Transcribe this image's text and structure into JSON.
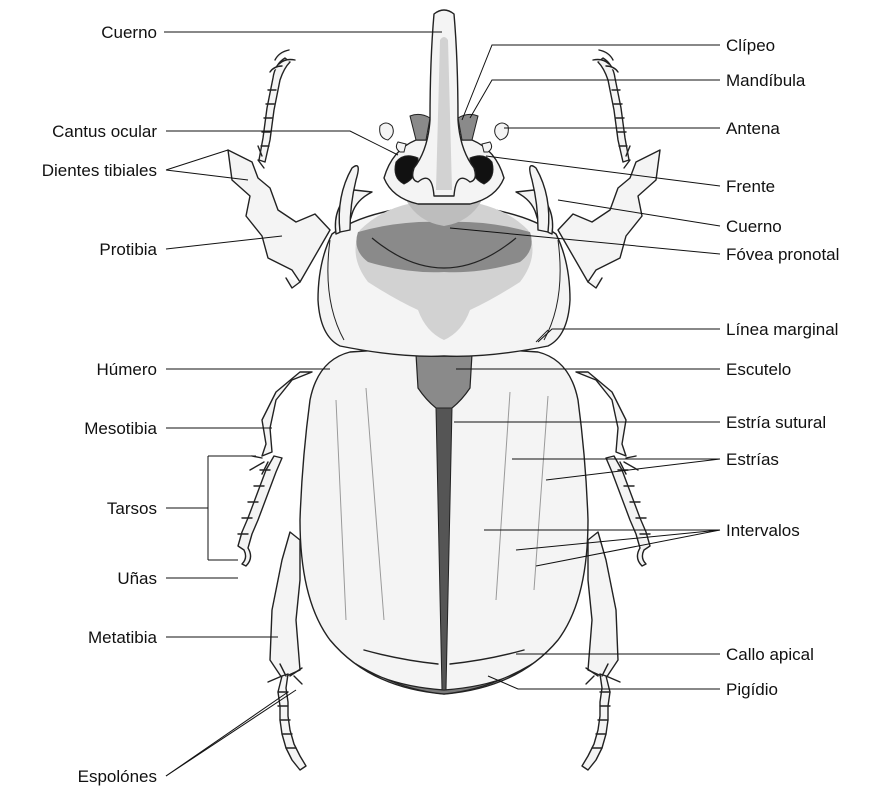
{
  "diagram": {
    "colors": {
      "outline": "#222222",
      "body_fill": "#f4f4f4",
      "light_gray": "#d2d2d2",
      "mid_gray": "#8a8a8a",
      "dark_gray": "#6e6e6e",
      "black": "#111111"
    },
    "labels_left": {
      "cuerno": "Cuerno",
      "cantus_ocular": "Cantus ocular",
      "dientes_tibiales": "Dientes tibiales",
      "protibia": "Protibia",
      "humero": "Húmero",
      "mesotibia": "Mesotibia",
      "tarsos": "Tarsos",
      "unas": "Uñas",
      "metatibia": "Metatibia",
      "espolones": "Espolónes"
    },
    "labels_right": {
      "clipeo": "Clípeo",
      "mandibula": "Mandíbula",
      "antena": "Antena",
      "frente": "Frente",
      "cuerno_lateral": "Cuerno",
      "fovea_pronotal": "Fóvea pronotal",
      "linea_marginal": "Línea marginal",
      "escutelo": "Escutelo",
      "estria_sutural": "Estría sutural",
      "estrias": "Estrías",
      "intervalos": "Intervalos",
      "callo_apical": "Callo apical",
      "pigidio": "Pigídio"
    }
  }
}
